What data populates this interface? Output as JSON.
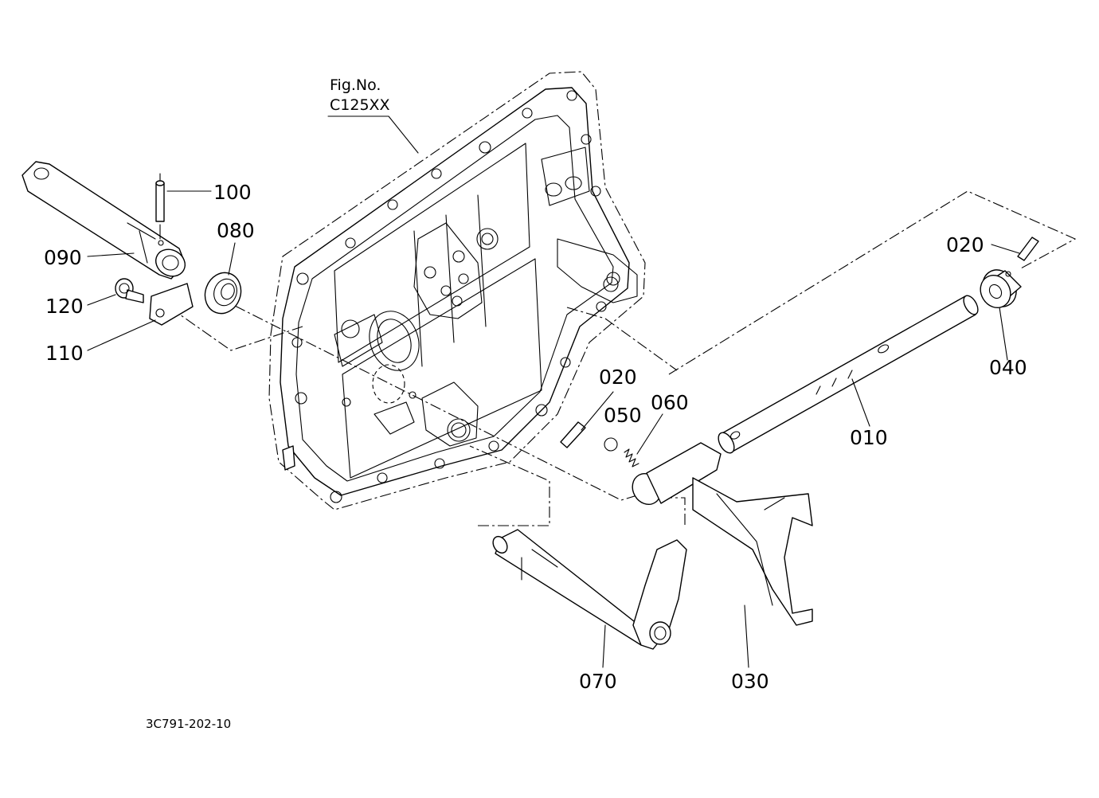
{
  "figure": {
    "ref_line1": "Fig.No.",
    "ref_line2": "C125XX"
  },
  "parts": {
    "p010": "010",
    "p020a": "020",
    "p020b": "020",
    "p030": "030",
    "p040": "040",
    "p050": "050",
    "p060": "060",
    "p070": "070",
    "p080": "080",
    "p090": "090",
    "p100": "100",
    "p110": "110",
    "p120": "120"
  },
  "drawing_number": "3C791-202-10"
}
